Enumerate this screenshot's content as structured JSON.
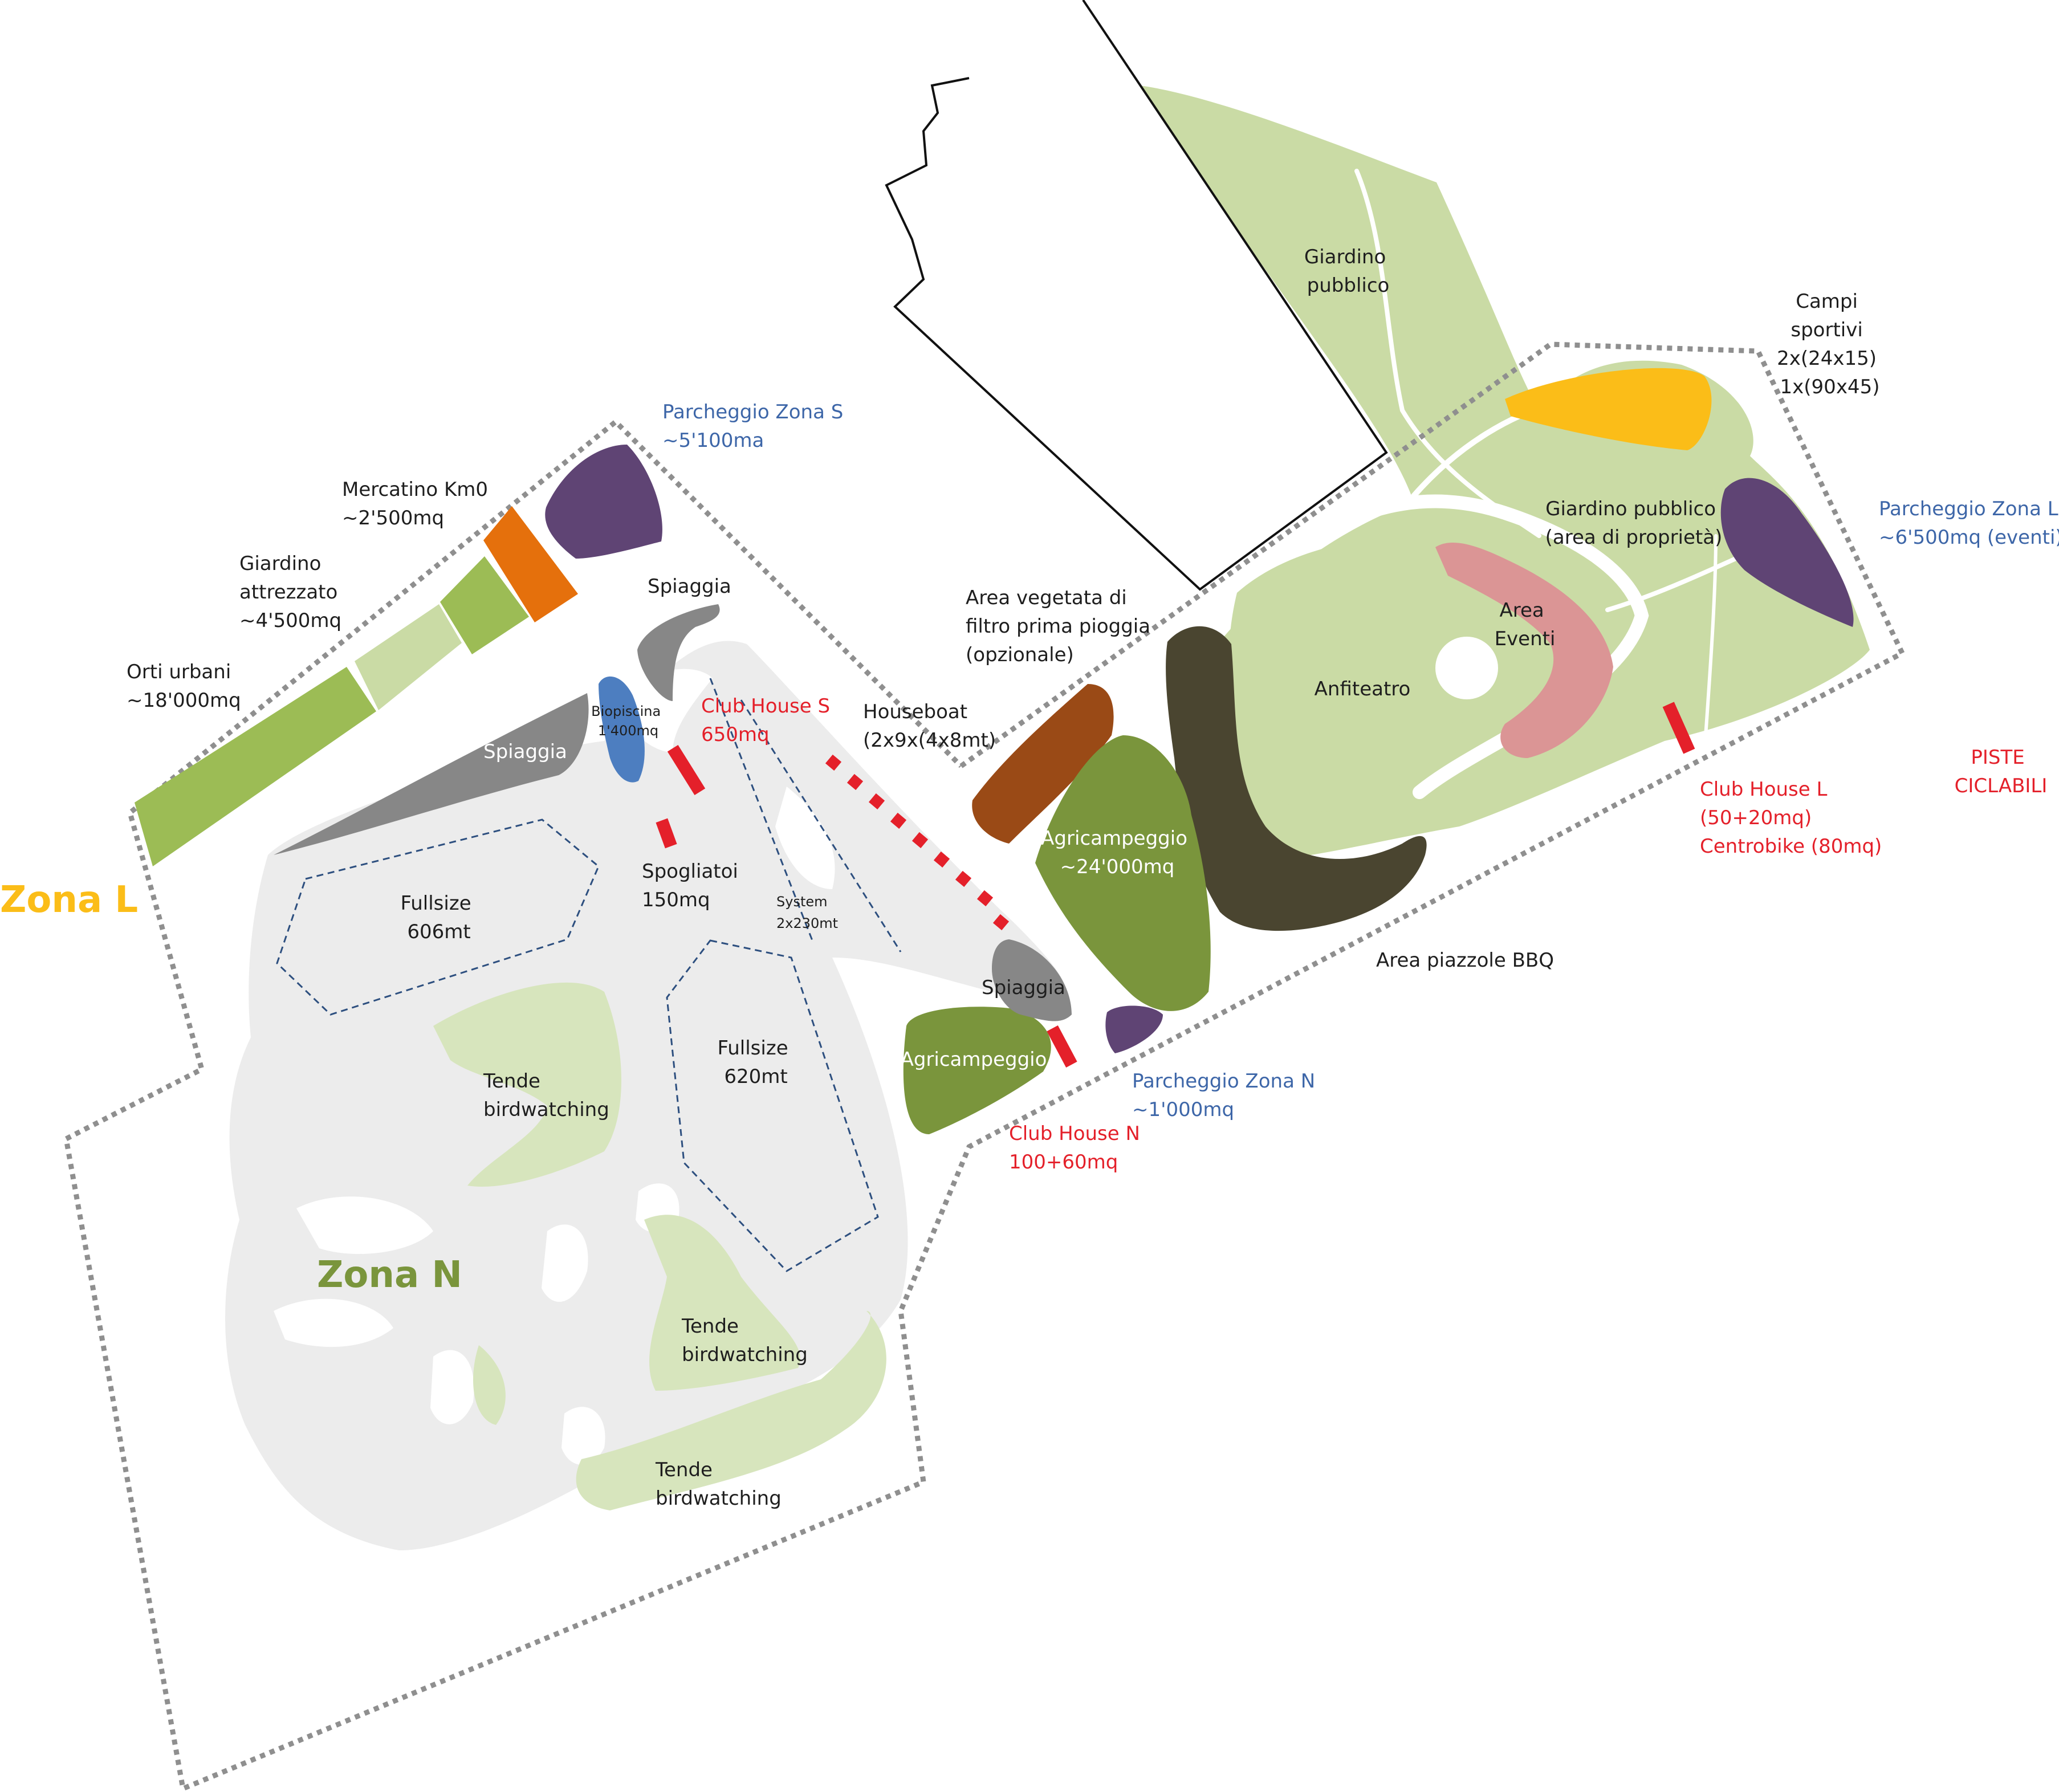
{
  "colors": {
    "light_green": "#cadba5",
    "mid_green": "#9cbc55",
    "agri_green": "#7a953c",
    "dark_olive": "#4a4530",
    "brown": "#9a4a16",
    "yellow": "#fbbd18",
    "purple": "#5f4474",
    "pink": "#db9595",
    "orange": "#e5700c",
    "blue_water": "#4d7ec0",
    "grey_beach": "#878787",
    "grey_area": "#ececec",
    "pale_green": "#d7e5bd",
    "red_marker": "#e4202a",
    "blue_text": "#3d66a8",
    "zone_l_color": "#fbbd18",
    "zone_n_color": "#7a953c"
  },
  "zones": {
    "zone_l": "Zona L",
    "zone_n": "Zona N"
  },
  "labels": {
    "giardino_pubblico_1": "Giardino",
    "giardino_pubblico_2": "pubblico",
    "campi_1": "Campi",
    "campi_2": "sportivi",
    "campi_3": "2x(24x15)",
    "campi_4": "1x(90x45)",
    "giardino_prop_1": "Giardino pubblico",
    "giardino_prop_2": "(area di proprietà)",
    "park_l_1": "Parcheggio Zona L",
    "park_l_2": "~6'500mq (eventi)",
    "area_veg_1": "Area vegetata di",
    "area_veg_2": "filtro prima pioggia",
    "area_veg_3": "(opzionale)",
    "area_eventi_1": "Area",
    "area_eventi_2": "Eventi",
    "anfiteatro": "Anfiteatro",
    "piste_1": "PISTE",
    "piste_2": "CICLABILI",
    "club_l_1": "Club House L",
    "club_l_2": "(50+20mq)",
    "club_l_3": "Centrobike (80mq)",
    "agri_big_1": "Agricampeggio",
    "agri_big_2": "~24'000mq",
    "bbq": "Area piazzole BBQ",
    "park_s_1": "Parcheggio Zona S",
    "park_s_2": "~5'100ma",
    "mercatino_1": "Mercatino Km0",
    "mercatino_2": "~2'500mq",
    "giardino_att_1": "Giardino",
    "giardino_att_2": "attrezzato",
    "giardino_att_3": "~4'500mq",
    "orti_1": "Orti urbani",
    "orti_2": "~18'000mq",
    "spiaggia_top": "Spiaggia",
    "spiaggia_left": "Spiaggia",
    "spiaggia_right": "Spiaggia",
    "biopiscina_1": "Biopiscina",
    "biopiscina_2": "1'400mq",
    "club_s_1": "Club House S",
    "club_s_2": "650mq",
    "houseboat_1": "Houseboat",
    "houseboat_2": "(2x9x(4x8mt)",
    "spogliatoi_1": "Spogliatoi",
    "spogliatoi_2": "150mq",
    "system_1": "System",
    "system_2": "2x230mt",
    "fullsize1_1": "Fullsize",
    "fullsize1_2": "606mt",
    "fullsize2_1": "Fullsize",
    "fullsize2_2": "620mt",
    "agri_small": "Agricampeggio",
    "park_n_1": "Parcheggio Zona N",
    "park_n_2": "~1'000mq",
    "club_n_1": "Club House N",
    "club_n_2": "100+60mq",
    "tende1_1": "Tende",
    "tende1_2": "birdwatching",
    "tende2_1": "Tende",
    "tende2_2": "birdwatching",
    "tende3_1": "Tende",
    "tende3_2": "birdwatching"
  }
}
